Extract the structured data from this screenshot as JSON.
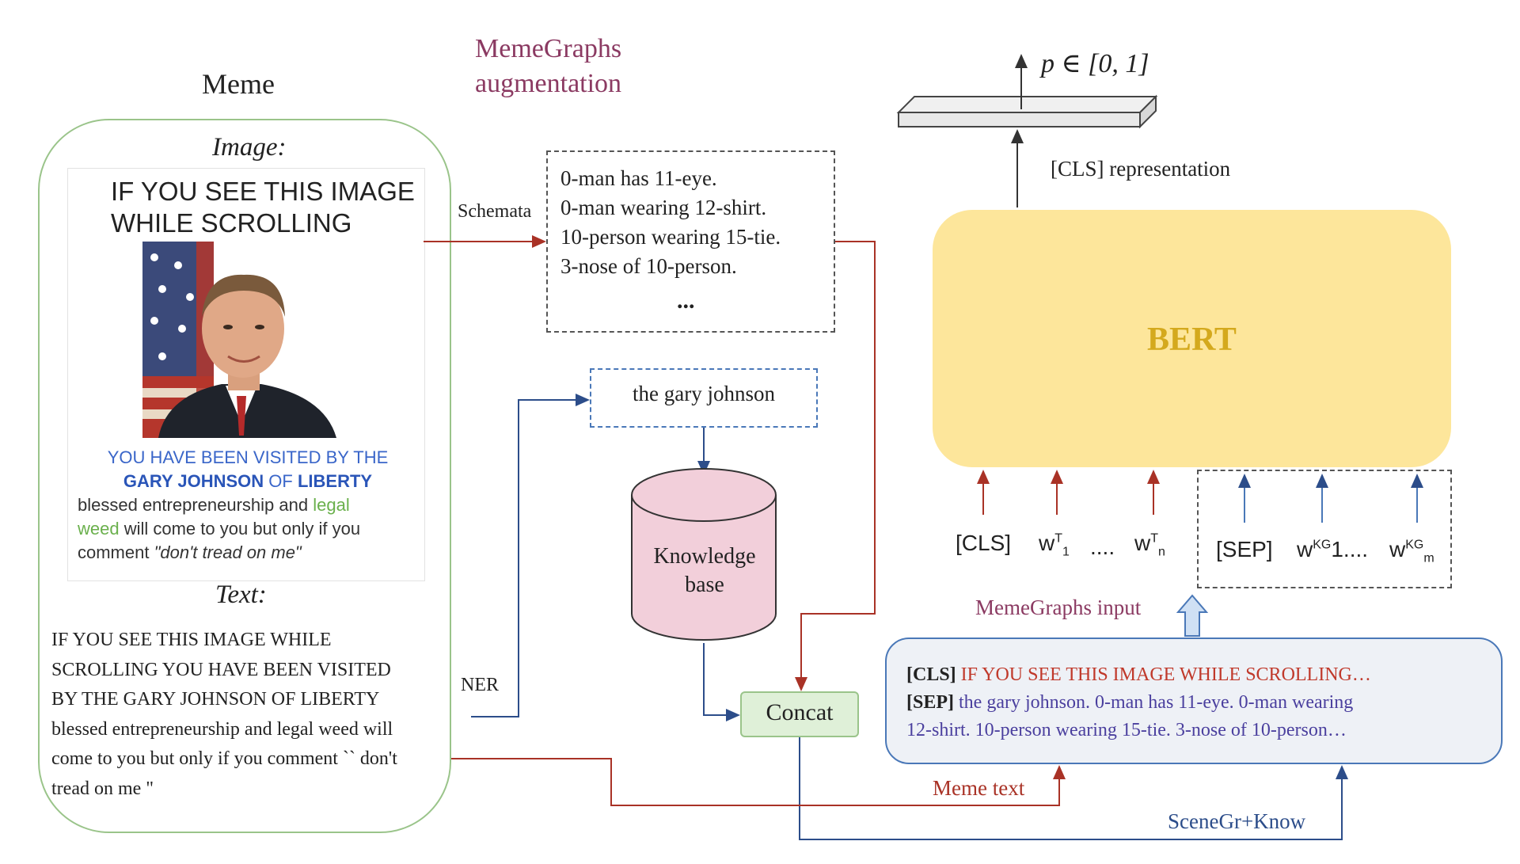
{
  "meme_section": {
    "title": "Meme",
    "image_label": "Image:",
    "text_label": "Text:",
    "image_top_text": [
      "IF YOU SEE THIS IMAGE",
      "WHILE SCROLLING"
    ],
    "image_bottom_line1": "YOU HAVE BEEN VISITED BY THE",
    "image_bottom_line2_a": "GARY JOHNSON",
    "image_bottom_line2_b": " OF ",
    "image_bottom_line2_c": "LIBERTY",
    "image_bottom_line3_a": "blessed entrepreneurship and ",
    "image_bottom_line3_b": "legal",
    "image_bottom_line4_a": "weed",
    "image_bottom_line4_b": " will come to you but only if you",
    "image_bottom_line5_a": "comment ",
    "image_bottom_line5_b": "\"don't tread on me\"",
    "text_lines": [
      "IF YOU SEE THIS IMAGE WHILE",
      "SCROLLING YOU HAVE BEEN VISITED",
      "BY THE GARY JOHNSON OF LIBERTY",
      "blessed entrepreneurship and legal weed will",
      "come to you but only if you comment `` don't",
      "tread on me \""
    ]
  },
  "augmentation": {
    "title_line1": "MemeGraphs",
    "title_line2": "augmentation",
    "schemata_label": "Schemata",
    "schemata_lines": [
      "0-man has 11-eye.",
      "0-man wearing 12-shirt.",
      "10-person wearing 15-tie.",
      "3-nose of 10-person."
    ],
    "schemata_ellipsis": "...",
    "entity": "the gary johnson",
    "kb_line1": "Knowledge",
    "kb_line2": "base",
    "concat": "Concat",
    "ner_label": "NER"
  },
  "model": {
    "output": "p ∈ [0, 1]",
    "cls_representation": "[CLS] representation",
    "bert": "BERT",
    "tokens": {
      "cls": "[CLS]",
      "w": "w",
      "t_sup": "T",
      "sub_1": "1",
      "sub_n": "n",
      "dots": "....",
      "sep": "[SEP]",
      "kg_sup": "KG",
      "kg_dots": "1....",
      "sub_m": "m"
    },
    "memegraphs_input_label": "MemeGraphs input",
    "input_cls_tag": "[CLS]",
    "input_cls_text": " IF YOU SEE THIS IMAGE WHILE SCROLLING…",
    "input_sep_tag": "[SEP]",
    "input_sep_text_1": " the gary johnson. 0-man has 11-eye. 0-man wearing",
    "input_sep_text_2": "12-shirt. 10-person wearing 15-tie. 3-nose of 10-person…",
    "meme_text_label": "Meme text",
    "scenegr_label": "SceneGr+Know"
  },
  "colors": {
    "meme_border": "#9ac48a",
    "bert_fill": "#fde69b",
    "bert_text": "#d4a91d",
    "kb_fill": "#f2cfda",
    "concat_fill": "#dff0d8",
    "input_fill": "#eef1f6",
    "blue_wire": "#2c4d8a",
    "red_wire": "#a93226",
    "title_maroon": "#8b3a62"
  }
}
